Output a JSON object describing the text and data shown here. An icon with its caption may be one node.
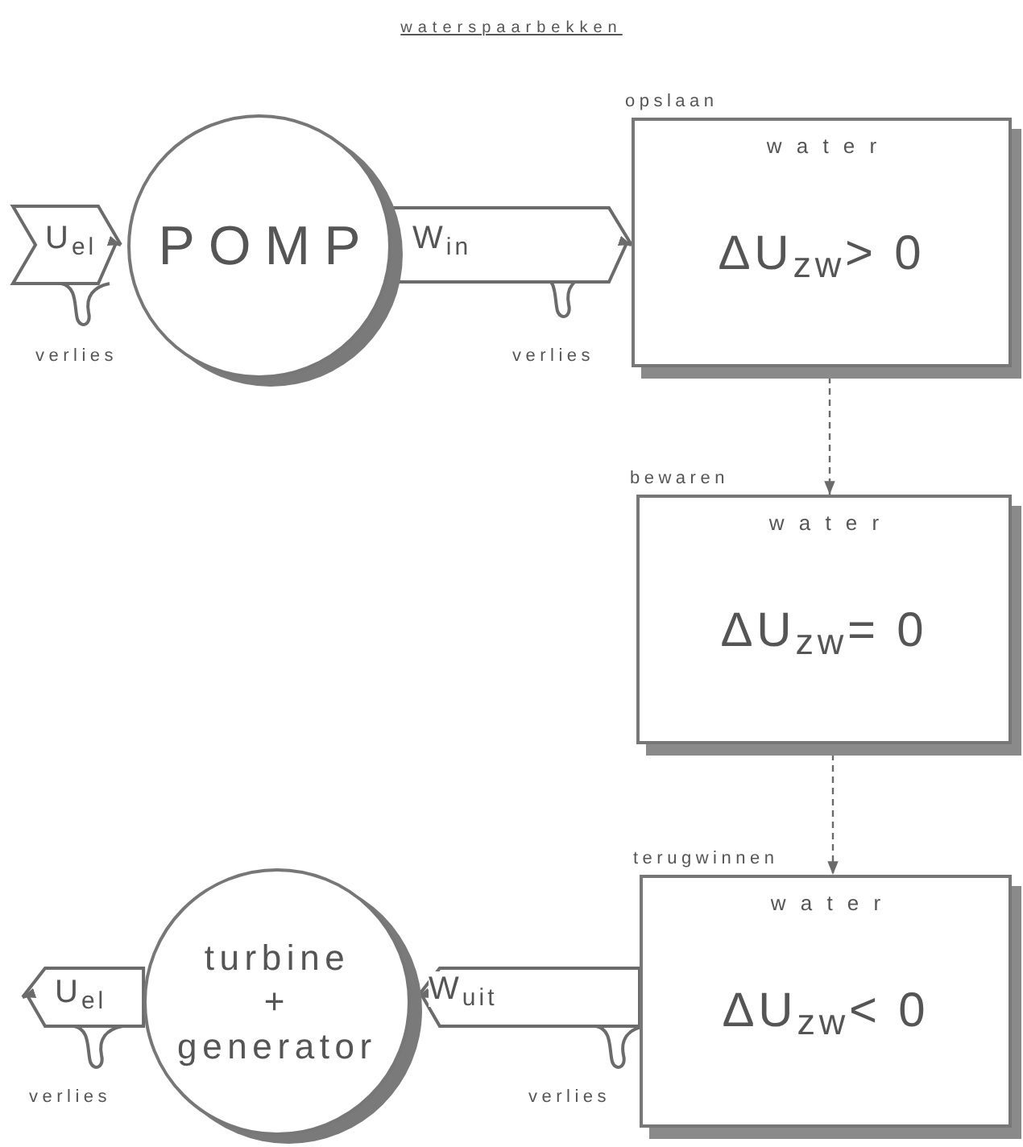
{
  "diagram": {
    "title": "waterspaarbekken",
    "nodes": [
      {
        "text": [
          "POMP"
        ]
      },
      {
        "text": [
          "opslaan",
          "water",
          "ΔU$_{zw}$> 0"
        ]
      },
      {
        "text": [
          "bewaren",
          "water",
          "ΔU$_{zw}$= 0"
        ]
      },
      {
        "text": [
          "terugwinnen",
          "water",
          "ΔU$_{zw}$< 0"
        ]
      },
      {
        "text": [
          "turbine + generator"
        ]
      }
    ],
    "edges": [
      {
        "from": null,
        "to": 0,
        "arrow": "to",
        "label": "U$_{el}$"
      },
      {
        "from": 0,
        "to": 1,
        "arrow": "to",
        "label": "W$_{in}$"
      },
      {
        "from": 1,
        "to": 2,
        "arrow": "to",
        "style": "dashed"
      },
      {
        "from": 2,
        "to": 3,
        "arrow": "to",
        "style": "dashed"
      },
      {
        "from": 3,
        "to": 4,
        "arrow": "to",
        "label": "W$_{uit}$"
      },
      {
        "from": 4,
        "to": null,
        "arrow": "to",
        "label": "U$_{el}$"
      }
    ],
    "labels": [
      "verlies",
      "verlies",
      "verlies",
      "verlies"
    ]
  }
}
